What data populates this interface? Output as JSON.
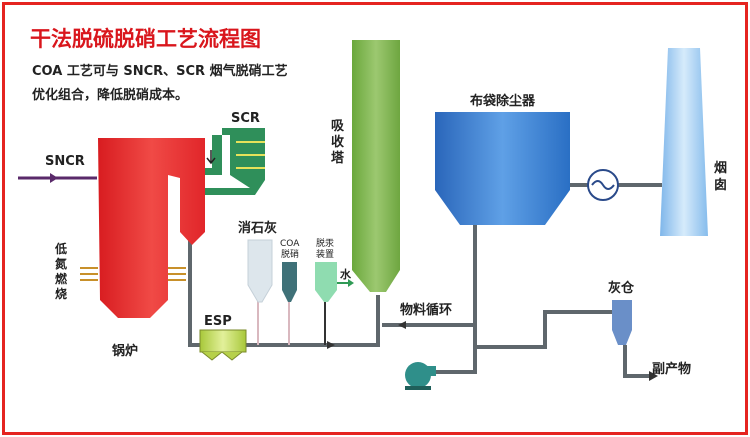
{
  "title": "干法脱硫脱硝工艺流程图",
  "subtitle_line1": "COA 工艺可与 SNCR、SCR 烟气脱硝工艺",
  "subtitle_line2": "优化组合，降低脱硝成本。",
  "labels": {
    "sncr": "SNCR",
    "scr": "SCR",
    "low_nox_burner": [
      "低",
      "氮",
      "燃",
      "烧"
    ],
    "boiler": "锅炉",
    "absorber": [
      "吸",
      "收",
      "塔"
    ],
    "baghouse": "布袋除尘器",
    "chimney": [
      "烟",
      "囱"
    ],
    "lime": "消石灰",
    "coa_line1": "COA",
    "coa_line2": "脱硝",
    "hg_line1": "脱汞",
    "hg_line2": "装置",
    "water": "水",
    "esp": "ESP",
    "recirculation": "物料循环",
    "ash_silo": "灰仓",
    "byproduct": "副产物"
  },
  "colors": {
    "frame": "#e52420",
    "title": "#d9161c",
    "boiler": "#e8262b",
    "scr": "#2f8f5a",
    "absorber": "#7fb34a",
    "baghouse": "#2a6fc4",
    "chimney": "#8fc0ef",
    "pipe": "#6b7378",
    "sncr_arrow": "#5a2a6a"
  }
}
